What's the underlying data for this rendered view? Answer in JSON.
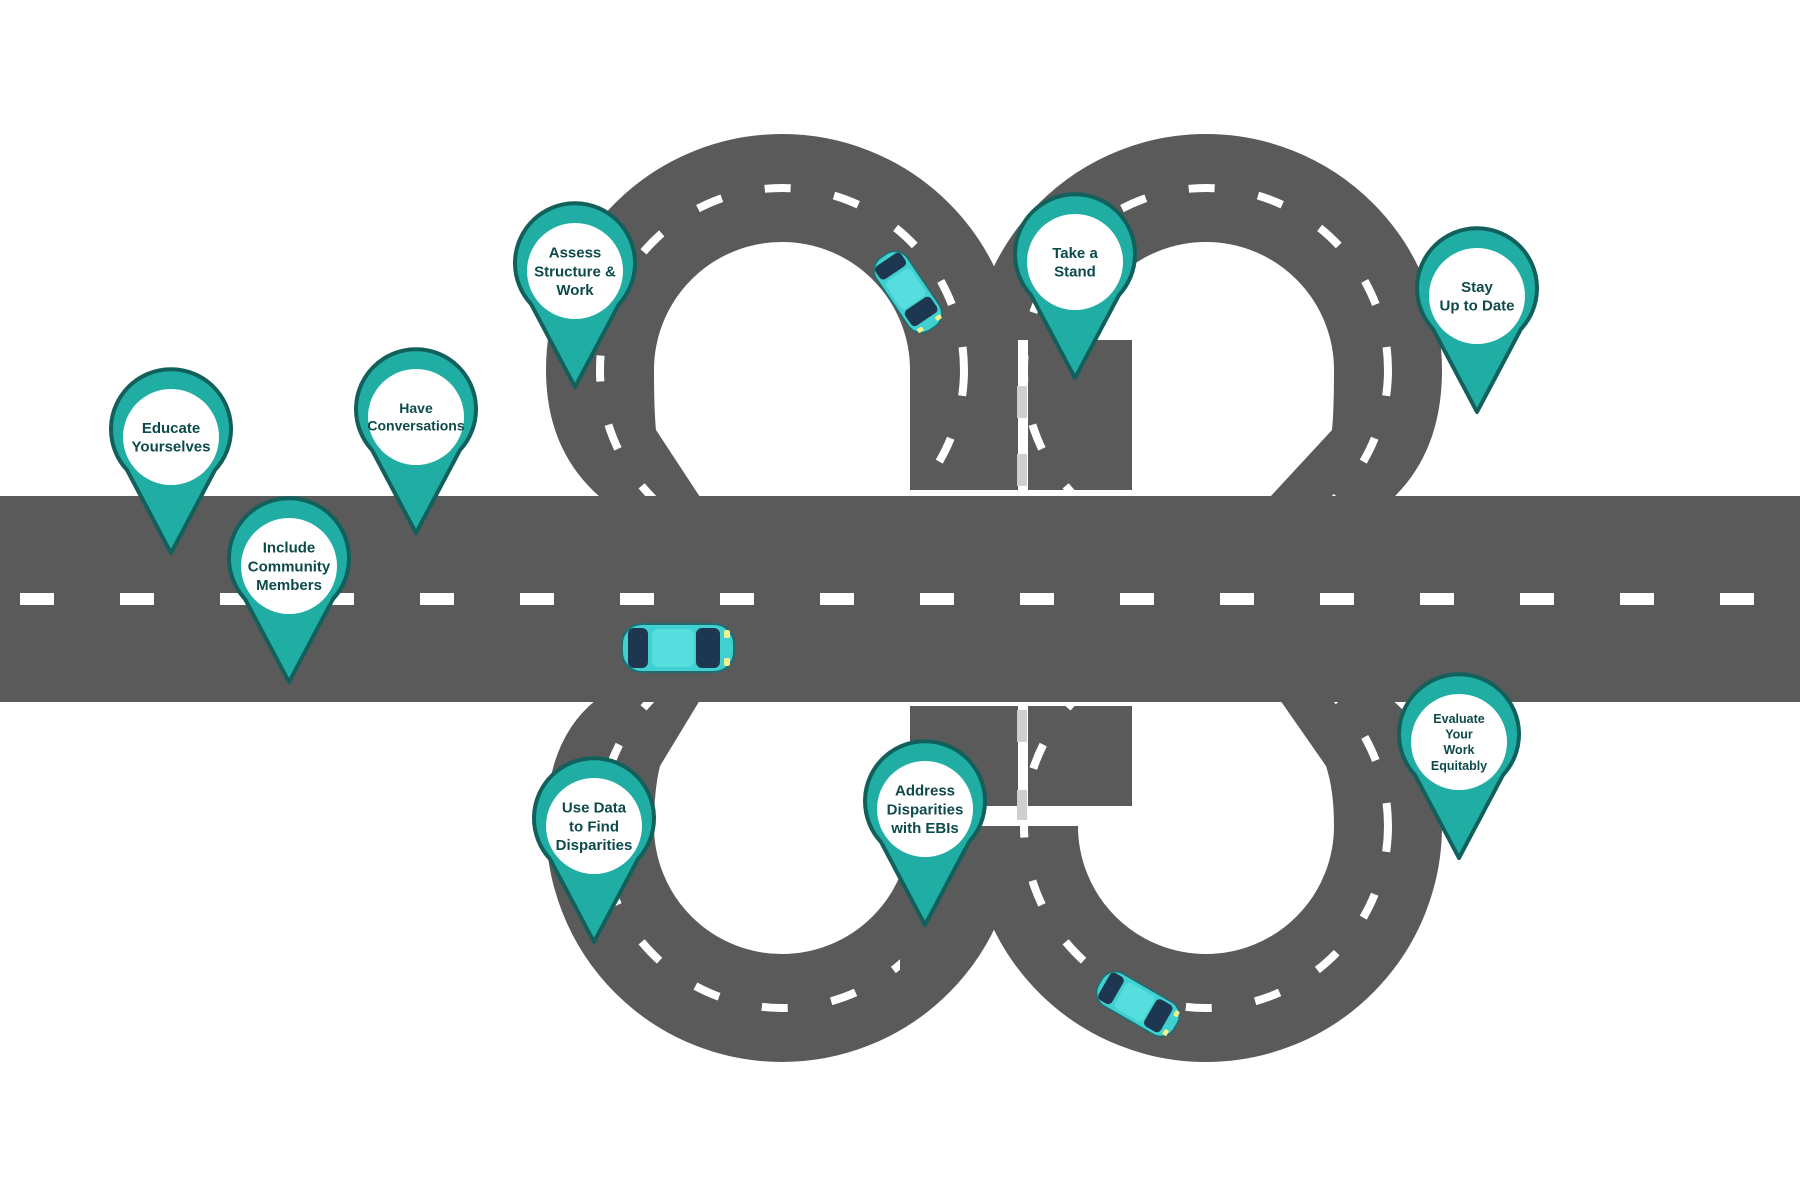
{
  "colors": {
    "road": "#5a5a5a",
    "lane_marking": "#ffffff",
    "pin_fill": "#20aea4",
    "pin_outline": "#12605c",
    "pin_face": "#ffffff",
    "pin_text": "#0e4a4a",
    "car_body": "#40d0cf",
    "car_glass": "#1e3750"
  },
  "milestones": [
    {
      "id": "educate-yourselves",
      "lines": [
        "Educate",
        "Yourselves"
      ]
    },
    {
      "id": "include-community-members",
      "lines": [
        "Include",
        "Community",
        "Members"
      ]
    },
    {
      "id": "have-conversations",
      "lines": [
        "Have",
        "Conversations"
      ]
    },
    {
      "id": "assess-structure-work",
      "lines": [
        "Assess",
        "Structure &",
        "Work"
      ]
    },
    {
      "id": "take-a-stand",
      "lines": [
        "Take a",
        "Stand"
      ]
    },
    {
      "id": "stay-up-to-date",
      "lines": [
        "Stay",
        "Up to Date"
      ]
    },
    {
      "id": "use-data-to-find-disparities",
      "lines": [
        "Use Data",
        "to Find",
        "Disparities"
      ]
    },
    {
      "id": "address-disparities-with-ebis",
      "lines": [
        "Address",
        "Disparities",
        "with EBIs"
      ]
    },
    {
      "id": "evaluate-your-work-equitably",
      "lines": [
        "Evaluate",
        "Your",
        "Work",
        "Equitably"
      ]
    }
  ],
  "cars": [
    {
      "id": "car-main-road",
      "icon": "car-icon"
    },
    {
      "id": "car-upper-loop",
      "icon": "car-icon"
    },
    {
      "id": "car-lower-loop",
      "icon": "car-icon"
    }
  ]
}
